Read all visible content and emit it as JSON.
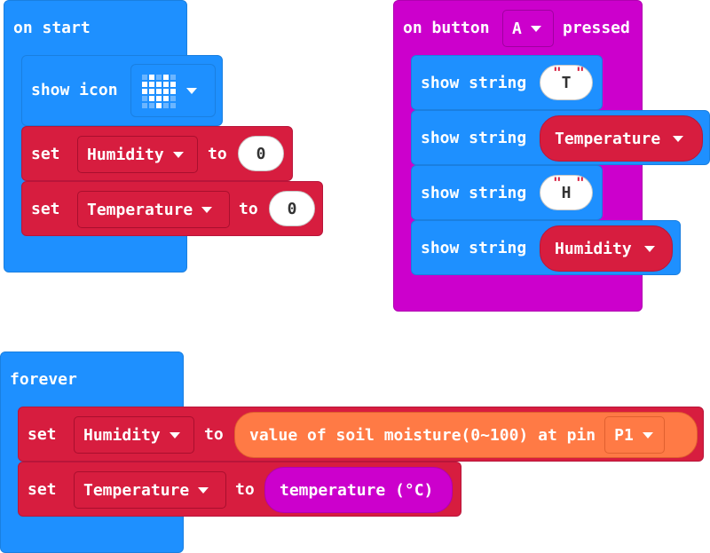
{
  "on_start": {
    "hat_label": "on start",
    "show_icon_label": "show icon",
    "icon_name": "heart-icon",
    "set1": {
      "set_label": "set",
      "var": "Humidity",
      "to_label": "to",
      "value": "0"
    },
    "set2": {
      "set_label": "set",
      "var": "Temperature",
      "to_label": "to",
      "value": "0"
    }
  },
  "on_button": {
    "hat_prefix": "on button",
    "button": "A",
    "hat_suffix": "pressed",
    "rows": [
      {
        "label": "show string",
        "kind": "string",
        "value": "T"
      },
      {
        "label": "show string",
        "kind": "variable",
        "value": "Temperature"
      },
      {
        "label": "show string",
        "kind": "string",
        "value": "H"
      },
      {
        "label": "show string",
        "kind": "variable",
        "value": "Humidity"
      }
    ]
  },
  "forever": {
    "hat_label": "forever",
    "set1": {
      "set_label": "set",
      "var": "Humidity",
      "to_label": "to",
      "reporter": "value of soil moisture(0~100) at pin",
      "pin": "P1"
    },
    "set2": {
      "set_label": "set",
      "var": "Temperature",
      "to_label": "to",
      "reporter": "temperature (°C)"
    }
  },
  "colors": {
    "basic_blue": "#1e90ff",
    "variables_red": "#d71d3f",
    "input_magenta": "#cc00cc",
    "sensor_orange": "#ff7a45"
  }
}
